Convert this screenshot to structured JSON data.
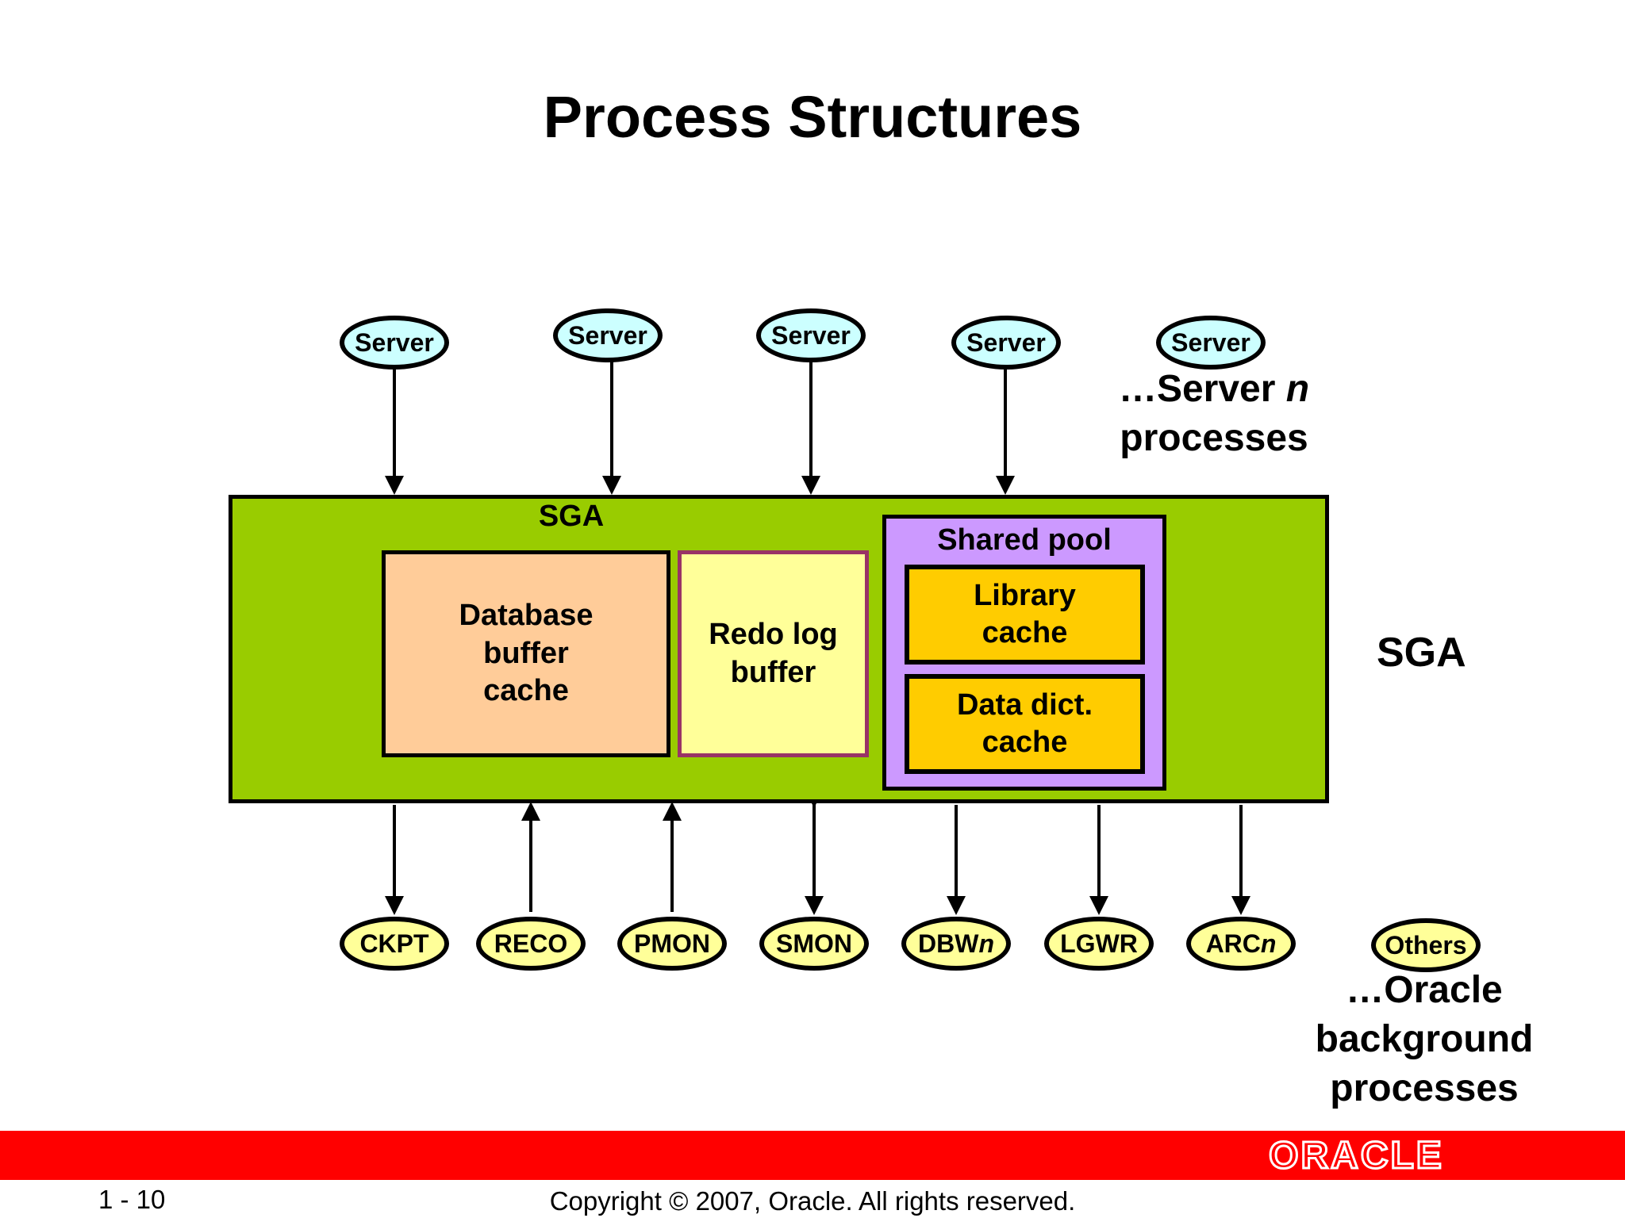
{
  "title": "Process Structures",
  "servers": [
    "Server",
    "Server",
    "Server",
    "Server",
    "Server"
  ],
  "server_note": {
    "line1_prefix": "…Server ",
    "line1_italic": "n",
    "line2": "processes"
  },
  "sga": {
    "inner_label": "SGA",
    "side_label": "SGA",
    "db_buffer_cache": "Database\nbuffer\ncache",
    "redo_log_buffer": "Redo log\nbuffer",
    "shared_pool": {
      "label": "Shared pool",
      "library_cache": "Library\ncache",
      "data_dict_cache": "Data dict.\ncache"
    }
  },
  "background_processes": [
    {
      "name": "CKPT",
      "italic_suffix": ""
    },
    {
      "name": "RECO",
      "italic_suffix": ""
    },
    {
      "name": "PMON",
      "italic_suffix": ""
    },
    {
      "name": "SMON",
      "italic_suffix": ""
    },
    {
      "name": "DBW",
      "italic_suffix": "n"
    },
    {
      "name": "LGWR",
      "italic_suffix": ""
    },
    {
      "name": "ARC",
      "italic_suffix": "n"
    }
  ],
  "others": "Others",
  "background_note": "…Oracle\nbackground\nprocesses",
  "footer": {
    "page": "1 - 10",
    "copyright": "Copyright © 2007, Oracle. All rights reserved.",
    "logo": "ORACLE"
  },
  "colors": {
    "sga": "#99cc00",
    "db_buffer_cache": "#ffcc99",
    "redo_log_buffer": "#ffff99",
    "shared_pool": "#cc99ff",
    "caches": "#ffcc00",
    "server_process": "#ccffff",
    "background_process": "#ffff99",
    "footer_bar": "#ff0000"
  }
}
